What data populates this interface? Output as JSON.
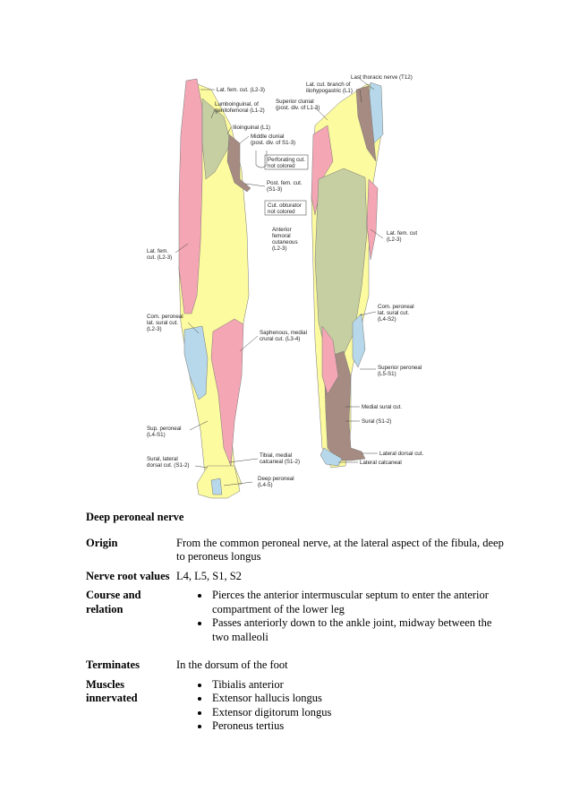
{
  "figure": {
    "labels": {
      "last_thoracic": "Last thoracic nerve (T12)",
      "lat_cut_branch_1": "Lat. cut. branch of",
      "lat_cut_branch_2": "iliohypogastric (L1)",
      "superior_clunial_1": "Superior clunial",
      "superior_clunial_2": "(post. div. of L1-3)",
      "lat_fem_cut_top": "Lat. fem. cut. (L2-3)",
      "lumboinguinal_1": "Lumboinguinal, of",
      "lumboinguinal_2": "genitofemoral (L1-2)",
      "ilioinguinal": "Ilioinguinal (L1)",
      "middle_clunial_1": "Middle clunial",
      "middle_clunial_2": "(post. div. of S1-3)",
      "perforating_1": "Perforating cut.",
      "perforating_2": "not colored",
      "post_fem_cut_1": "Post. fem. cut.",
      "post_fem_cut_2": "(S1-3)",
      "cut_obturator_1": "Cut. obturator",
      "cut_obturator_2": "not colored",
      "ant_fem_cut_1": "Anterior",
      "ant_fem_cut_2": "femoral",
      "ant_fem_cut_3": "cutaneous",
      "ant_fem_cut_4": "(L2-3)",
      "lat_fem_left_1": "Lat. fem.",
      "lat_fem_left_2": "cut. (L2-3)",
      "lat_fem_right_1": "Lat. fem. cut",
      "lat_fem_right_2": "(L2-3)",
      "com_per_left_1": "Com. peroneal",
      "com_per_left_2": "lat. sural cut.",
      "com_per_left_3": "(L2-3)",
      "com_per_right_1": "Com. peroneal",
      "com_per_right_2": "lat. sural cut.",
      "com_per_right_3": "(L4-S2)",
      "saphenous_1": "Saphenous, medial",
      "saphenous_2": "crural cut. (L3-4)",
      "sup_per_right_1": "Superior peroneal",
      "sup_per_right_2": "(L5-S1)",
      "medial_sural": "Medial sural cut.",
      "sural": "Sural (S1-2)",
      "sup_per_left_1": "Sup. peroneal",
      "sup_per_left_2": "(L4-S1)",
      "sural_lat_1": "Sural, lateral",
      "sural_lat_2": "dorsal cut. (S1-2)",
      "tibial_1": "Tibial, medial",
      "tibial_2": "calcaneal (S1-2)",
      "deep_per_1": "Deep peroneal",
      "deep_per_2": "(L4-5)",
      "lat_dorsal_cut": "Lateral dorsal cut.",
      "lat_calcaneal": "Lateral calcaneal"
    },
    "colors": {
      "pink": "#f4a6b4",
      "yellow": "#fdfb9f",
      "olive": "#c6cfa2",
      "brown": "#a58b81",
      "blue": "#b6d8ea"
    }
  },
  "doc": {
    "section_title": "Deep peroneal nerve",
    "rows": {
      "origin": {
        "key": "Origin",
        "value": "From the common peroneal nerve, at the lateral aspect of the fibula, deep to peroneus longus"
      },
      "roots": {
        "key": "Nerve root values",
        "value": "L4, L5, S1, S2"
      },
      "course": {
        "key_1": "Course and",
        "key_2": "relation",
        "items": [
          "Pierces the anterior intermuscular septum to enter the anterior compartment of the lower leg",
          "Passes anteriorly down to the ankle joint, midway between the two malleoli"
        ]
      },
      "terminates": {
        "key": "Terminates",
        "value": "In the dorsum of the foot"
      },
      "muscles": {
        "key_1": "Muscles",
        "key_2": "innervated",
        "items": [
          "Tibialis anterior",
          "Extensor hallucis longus",
          "Extensor digitorum longus",
          "Peroneus tertius"
        ]
      }
    }
  }
}
